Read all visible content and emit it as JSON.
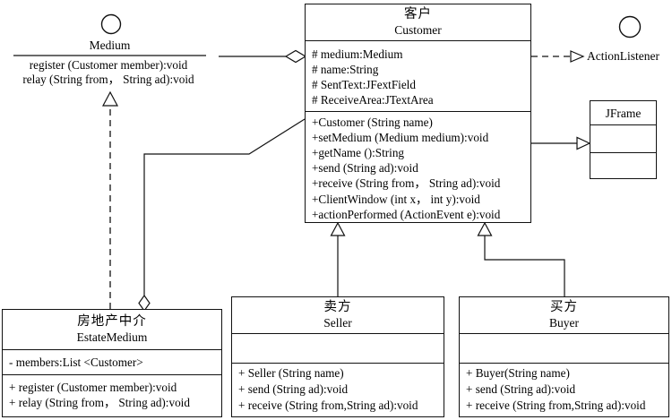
{
  "diagram_type": "uml-class-diagram",
  "colors": {
    "line": "#111111",
    "background": "#ffffff"
  },
  "interfaces": {
    "medium": {
      "name": "Medium",
      "operations": [
        "register (Customer member):void",
        "relay (String from， String ad):void"
      ]
    },
    "action_listener": {
      "name": "ActionListener"
    }
  },
  "classes": {
    "customer": {
      "name_cn": "客户",
      "name_en": "Customer",
      "attributes": [
        "# medium:Medium",
        "# name:String",
        "# SentText:JFextField",
        "# ReceiveArea:JTextArea"
      ],
      "methods": [
        "+Customer (String name)",
        "+setMedium (Medium medium):void",
        "+getName ():String",
        "+send (String ad):void",
        "+receive (String from， String ad):void",
        "+ClientWindow (int x， int y):void",
        "+actionPerformed (ActionEvent e):void"
      ]
    },
    "jframe": {
      "name_en": "JFrame"
    },
    "estate_medium": {
      "name_cn": "房地产中介",
      "name_en": "EstateMedium",
      "attributes": [
        "- members:List <Customer>"
      ],
      "methods": [
        "+ register (Customer member):void",
        "+ relay (String from， String ad):void"
      ]
    },
    "seller": {
      "name_cn": "卖方",
      "name_en": "Seller",
      "methods": [
        "+ Seller (String name)",
        "+ send (String ad):void",
        "+ receive (String from,String ad):void"
      ]
    },
    "buyer": {
      "name_cn": "买方",
      "name_en": "Buyer",
      "methods": [
        "+ Buyer(String name)",
        "+ send (String ad):void",
        "+ receive (String from,String ad):void"
      ]
    }
  },
  "relationships": {
    "customer_aggregates_medium": "aggregation",
    "estatemedium_aggregates_customer": "aggregation",
    "estatemedium_realizes_medium": "realization",
    "customer_realizes_actionlistener": "realization",
    "customer_extends_jframe": "generalization",
    "seller_extends_customer": "generalization",
    "buyer_extends_customer": "generalization"
  }
}
